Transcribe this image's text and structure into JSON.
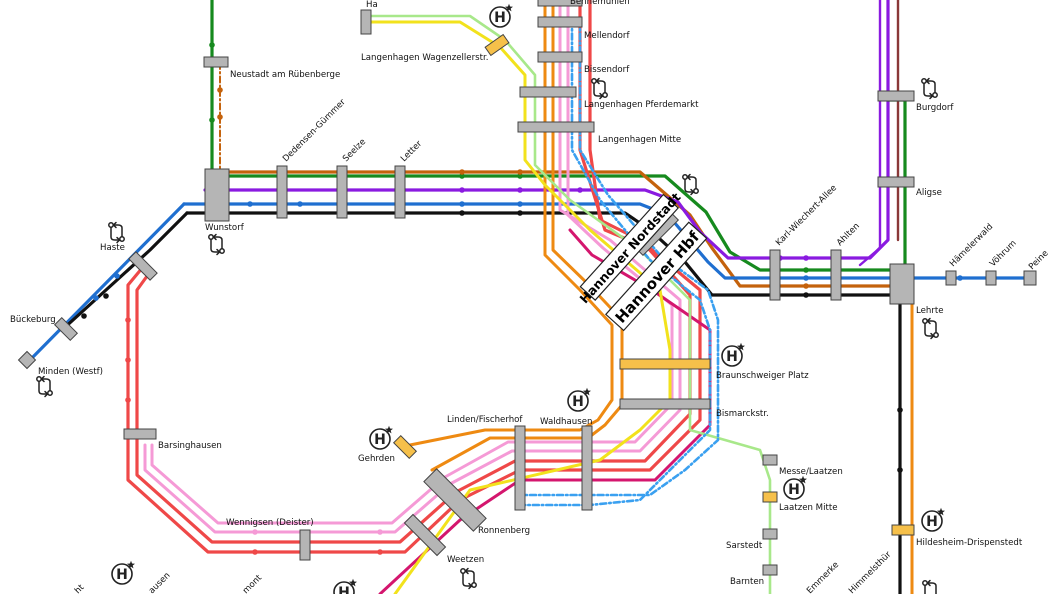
{
  "map": {
    "hubs": {
      "hbf": "Hannover Hbf",
      "nordstadt": "Hannover Nordstadt"
    },
    "stations": {
      "hannover_flughafen": "Ha",
      "bennemuehlen": "Bennemühlen",
      "mellendorf": "Mellendorf",
      "bissendorf": "Bissendorf",
      "langenhagen_pferdemarkt": "Langenhagen Pferdemarkt",
      "langenhagen_mitte": "Langenhagen Mitte",
      "langenhagen_wagenzellerstr": "Langenhagen Wagenzellerstr.",
      "neustadt": "Neustadt am Rübenberge",
      "dedensen": "Dedensen-Gümmer",
      "seelze": "Seelze",
      "letter": "Letter",
      "wunstorf": "Wunstorf",
      "haste": "Haste",
      "bueckeburg": "Bückeburg",
      "minden": "Minden (Westf)",
      "barsinghausen": "Barsinghausen",
      "wennigsen": "Wennigsen (Deister)",
      "gehrden": "Gehrden",
      "linden": "Linden/Fischerhof",
      "waldhausen": "Waldhausen",
      "ronnenberg": "Ronnenberg",
      "weetzen": "Weetzen",
      "braunschweiger_platz": "Braunschweiger Platz",
      "bismarckstr": "Bismarckstr.",
      "messe_laatzen": "Messe/Laatzen",
      "laatzen_mitte": "Laatzen Mitte",
      "sarstedt": "Sarstedt",
      "barnten": "Barnten",
      "emmerke": "Emmerke",
      "himmelsthuer": "Himmelsthür",
      "burgdorf": "Burgdorf",
      "aligse": "Aligse",
      "karl_wiechert_allee": "Karl-Wiechert-Allee",
      "ahlten": "Ahlten",
      "lehrte": "Lehrte",
      "haemelerwald": "Hämelerwald",
      "voehrum": "Vöhrum",
      "peine": "Peine",
      "hildesheim_drispenstedt": "Hildesheim-Drispenstedt",
      "cut_1": "ht",
      "cut_2": "ausen",
      "cut_3": "mont"
    },
    "symbols": {
      "park_and_ride": "park-and-ride-icon",
      "transfer": "transfer-icon"
    },
    "park_and_ride_letter": "H",
    "colors": {
      "green": "#168a1e",
      "brown": "#c4620c",
      "purple": "#8a1ae0",
      "blue": "#1f6fd0",
      "black": "#111111",
      "red": "#ef4848",
      "orange": "#ee8a12",
      "pink": "#f59ad6",
      "magenta": "#d4166e",
      "yellow": "#f2e21c",
      "lightgreen": "#a8e88a",
      "lightblue": "#3aa0f0",
      "maroon": "#8a3838",
      "stop_fill": "#b5b5b5",
      "park_and_ride_fill": "#f6c04a"
    }
  }
}
